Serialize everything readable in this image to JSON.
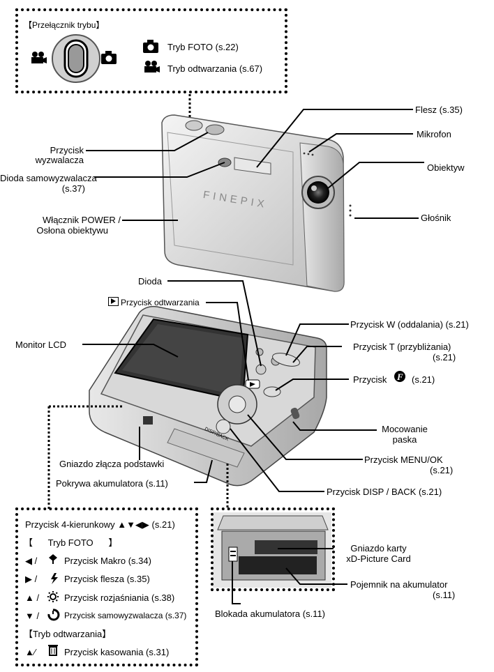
{
  "mode_box": {
    "title": "【Przełącznik trybu】",
    "photo_label": "Tryb FOTO (s.22)",
    "play_label": "Tryb odtwarzania (s.67)"
  },
  "top_camera": {
    "brand": "FINEPIX",
    "flash": "Flesz (s.35)",
    "mic": "Mikrofon",
    "lens": "Obiektyw",
    "speaker": "Głośnik",
    "shutter_1": "Przycisk",
    "shutter_2": "wyzwalacza",
    "timer_1": "Dioda samowyzwalacza",
    "timer_2": "(s.37)",
    "power_1": "Włącznik POWER /",
    "power_2": "Osłona obiektywu"
  },
  "back_camera": {
    "led": "Dioda",
    "play_btn": "Przycisk odtwarzania",
    "lcd": "Monitor LCD",
    "lcd_screen": "",
    "w_btn": "Przycisk W (oddalania) (s.21)",
    "t_btn_1": "Przycisk T (przybliżania)",
    "t_btn_2": "(s.21)",
    "f_btn_a": "Przycisk",
    "f_btn_b": "(s.21)",
    "strap_1": "Mocowanie",
    "strap_2": "paska",
    "menu_1": "Przycisk MENU/OK",
    "menu_2": "(s.21)",
    "disp": "Przycisk DISP / BACK  (s.21)",
    "dock": "Gniazdo złącza podstawki",
    "battery_cover": "Pokrywa akumulatora (s.11)",
    "disp_print": "DISP/BACK"
  },
  "battery_box": {
    "card_1": "Gniazdo karty",
    "card_2": "xD-Picture Card",
    "holder_1": "Pojemnik na akumulator",
    "holder_2": "(s.11)",
    "lock": "Blokada akumulatora (s.11)"
  },
  "legend_box": {
    "title": "Przycisk 4-kierunkowy ▲▼◀▶ (s.21)",
    "foto_head": "【      Tryb FOTO      】",
    "macro": "Przycisk Makro (s.34)",
    "flash": "Przycisk flesza (s.35)",
    "bright": "Przycisk rozjaśniania (s.38)",
    "self": "Przycisk samowyzwalacza (s.37)",
    "play_head": "【Tryb odtwarzania】",
    "delete": "Przycisk kasowania (s.31)",
    "k_macro": "◀ /",
    "k_flash": "▶ /",
    "k_bright": "▲ /",
    "k_self": "▼ /",
    "k_delete": "▲⁄"
  }
}
